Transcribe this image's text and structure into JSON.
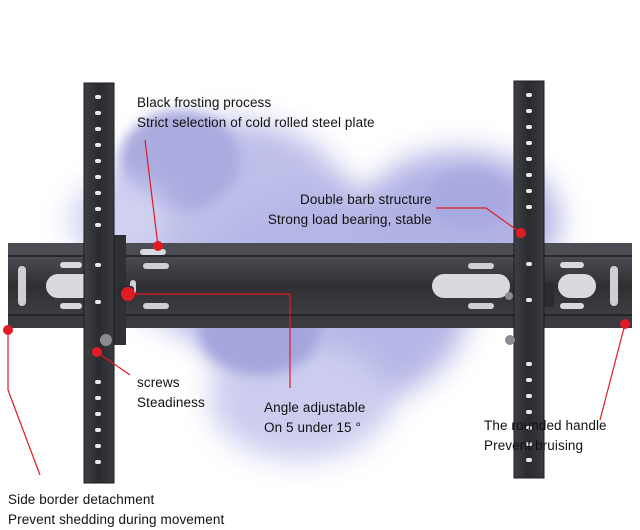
{
  "colors": {
    "background": "#ffffff",
    "splash": "#9a9bdc",
    "metal_dark": "#2b2c30",
    "metal_mid": "#3c3d42",
    "metal_light": "#55575c",
    "slot": "#d9dadf",
    "pointer": "#e01b24",
    "text": "#111111"
  },
  "callouts": {
    "frosting": {
      "line1": "Black frosting process",
      "line2": "Strict selection of cold rolled steel plate"
    },
    "barb": {
      "line1": "Double barb structure",
      "line2": "Strong load bearing, stable"
    },
    "screws": {
      "line1": "screws",
      "line2": "Steadiness"
    },
    "angle": {
      "line1": "Angle adjustable",
      "line2": "On 5 under 15 °"
    },
    "handle": {
      "line1": "The rounded handle",
      "line2": "Prevent bruising"
    },
    "border": {
      "line1": "Side border detachment",
      "line2": "Prevent shedding during movement"
    }
  }
}
